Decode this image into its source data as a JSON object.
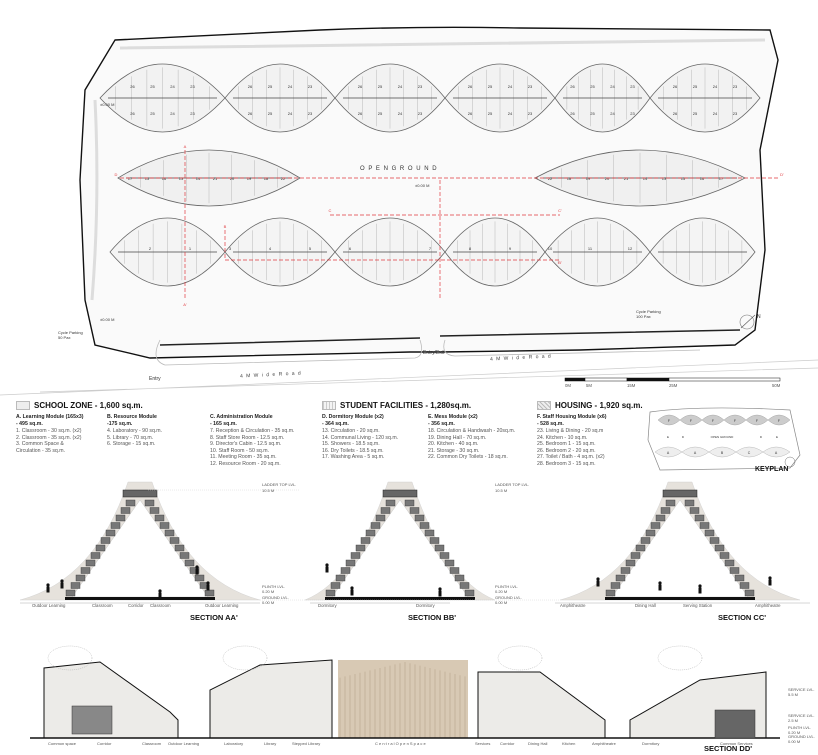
{
  "plan": {
    "open_ground": "O P E N   G R O U N D",
    "road": "4 M   W i d e   R o a d",
    "entry": "Entry",
    "entry_exit": "Entry/Exit",
    "cycle_parking_left": "Cycle Parking 50 Pax",
    "cycle_parking_right": "Cycle Parking 100 Pax",
    "level_marker": "±0.00 M",
    "north": "N",
    "top_row_rooms": [
      "26",
      "25",
      "24",
      "23"
    ],
    "mid_left_rooms": [
      "17",
      "15",
      "16",
      "13",
      "14",
      "21",
      "20",
      "19",
      "18",
      "22"
    ],
    "mid_right_rooms": [
      "22",
      "18",
      "19",
      "20",
      "21",
      "14",
      "13",
      "15",
      "16",
      "17"
    ],
    "bottom_rooms": [
      "2",
      "1",
      "3",
      "4",
      "5",
      "6",
      "7",
      "8",
      "9",
      "10",
      "11",
      "12"
    ],
    "section_marks": [
      "A",
      "A'",
      "B",
      "B'",
      "C",
      "C'",
      "D",
      "D'"
    ],
    "accent_color": "#e0393e"
  },
  "scale_bar": {
    "ticks": [
      "0M",
      "5M",
      "15M",
      "25M",
      "50M"
    ]
  },
  "legend": {
    "school": {
      "title": "SCHOOL ZONE - 1,600 sq.m.",
      "modules": [
        {
          "name": "A. Learning Module (165x3)",
          "area": "- 495 sq.m.",
          "items": [
            "1. Classroom  - 30 sq.m. (x2)",
            "2. Classroom  - 35 sq.m. (x2)",
            "3. Common Space &",
            "Circulation - 35 sq.m."
          ]
        },
        {
          "name": "B. Resource Module",
          "area": "-175 sq.m.",
          "items": [
            "4. Laboratory - 90 sq.m.",
            "5. Library - 70 sq.m.",
            "6. Storage - 15 sq.m."
          ]
        },
        {
          "name": "C. Administration Module",
          "area": "- 165 sq.m.",
          "items": [
            "7. Reception & Circulation - 35 sq.m.",
            "8. Staff Store Room - 12.5 sq.m.",
            "9. Director's Cabin - 12.5 sq.m.",
            "10. Staff Room - 50 sq.m.",
            "11. Meeting Room - 35 sq.m.",
            "12. Resource Room - 20 sq.m."
          ]
        }
      ]
    },
    "student": {
      "title": "STUDENT FACILITIES - 1,280sq.m.",
      "modules": [
        {
          "name": "D. Dormitory Module (x2)",
          "area": "- 364 sq.m.",
          "items": [
            "13. Circulation - 20 sq.m.",
            "14. Communal Living - 120 sq.m.",
            "15. Showers - 18.5 sq.m.",
            "16. Dry Toilets - 18.5 sq.m.",
            "17. Washing Area - 5 sq.m."
          ]
        },
        {
          "name": "E. Mess Module (x2)",
          "area": "- 356 sq.m.",
          "items": [
            "18. Circulation & Handwash - 20sq.m.",
            "19. Dining Hall - 70 sq.m.",
            "20. Kitchen - 40 sq.m.",
            "21. Storage - 30 sq.m.",
            "22. Common  Dry Toilets - 18 sq.m."
          ]
        }
      ]
    },
    "housing": {
      "title": "HOUSING - 1,920 sq.m.",
      "modules": [
        {
          "name": "F. Staff Housing Module (x6)",
          "area": "- 528 sq.m.",
          "items": [
            "23. Living & Dining - 20 sq.m",
            "24. Kitchen - 10 sq.m.",
            "25. Bedroom 1 - 15 sq.m.",
            "26. Bedroom 2 - 20 sq.m.",
            "27. Toilet / Bath - 4 sq.m. (x2)",
            "28. Bedroom 3 - 15 sq.m."
          ]
        }
      ]
    }
  },
  "keyplan": {
    "title": "KEYPLAN",
    "top": [
      "F",
      "F",
      "F",
      "F",
      "F",
      "F"
    ],
    "middle": [
      "E",
      "D",
      "OPEN GROUND",
      "D",
      "E"
    ],
    "bottom": [
      "A",
      "A",
      "B",
      "C",
      "A"
    ]
  },
  "levels": {
    "ladder_top": "LADDER TOP LVL.",
    "ladder_top_val": "10.5 M",
    "plinth": "PLINTH LVL.",
    "plinth_val": "0.20 M",
    "ground": "GROUND LVL.",
    "ground_val": "0.00 M",
    "service": "SERVICE LVL.",
    "service_top_val": "5.5 M",
    "service_val": "2.5 M"
  },
  "sections": {
    "aa": {
      "title": "SECTION AA'",
      "labels": [
        "Outdoor Learning",
        "Classroom",
        "Corridor",
        "Classroom",
        "Outdoor Learning"
      ]
    },
    "bb": {
      "title": "SECTION BB'",
      "labels": [
        "Dormitory",
        "Dormitory"
      ]
    },
    "cc": {
      "title": "SECTION CC'",
      "labels": [
        "Amphitheatre",
        "Dining Hall",
        "Serving Station",
        "Amphitheatre"
      ]
    },
    "dd": {
      "title": "SECTION DD'",
      "labels": [
        "Common space",
        "Corridor",
        "Classroom",
        "Outdoor Learning",
        "Laboratory",
        "Library",
        "Stepped Library",
        "C e n t r a l   O p e n   S p a c e",
        "Services",
        "Corridor",
        "Dining Hall",
        "Kitchen",
        "Amphitheatre",
        "Dormitory",
        "Common Services"
      ]
    }
  }
}
